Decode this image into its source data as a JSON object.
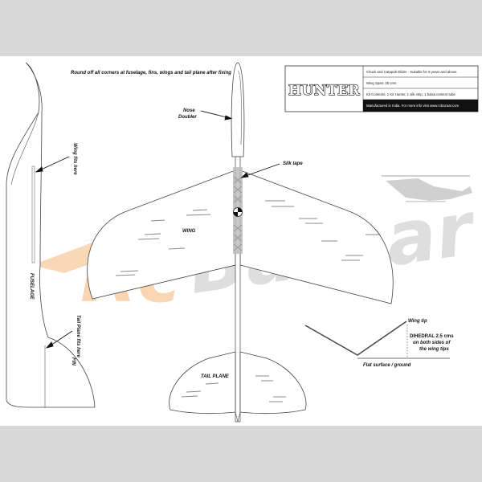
{
  "instructions": {
    "round_off": "Round off all corners at fuselage, fins, wings and tail plane after fixing"
  },
  "info_box": {
    "logo_text": "HUNTER",
    "line1": "Chuck and Catapult Glider - Suitable for 8 years and above",
    "line2": "Wing Span: 25 cms",
    "line3": "Kit Contents: 1 Kit Hunter, 1 silk strip, 1 balsa cement tube",
    "line4": "Manufactured in India. For more info visit www.rcbazaar.com"
  },
  "labels": {
    "nose_doubler_1": "Nose",
    "nose_doubler_2": "Doubler",
    "silk_tape": "Silk tape",
    "wing": "WING",
    "tail_plane": "TAIL PLANE",
    "wing_fits_here": "Wing fits here",
    "fuselage": "FUSELAGE",
    "tail_plane_fits_here": "Tail Plane fits here",
    "fin": "FIN",
    "wing_tip": "Wing tip",
    "dihedral_1": "DIHEDRAL 2.5 cms",
    "dihedral_2": "on both sides of",
    "dihedral_3": "the wing tips",
    "flat_surface": "Flat surface / ground"
  },
  "watermark": {
    "text_rc": "Rc",
    "text_bazaar": "Bazaar"
  },
  "colors": {
    "background": "#d7d7d7",
    "sheet": "#ffffff",
    "line": "#444444",
    "watermark_orange": "#f7c89a",
    "watermark_gray": "#c9c9c9",
    "silk_tape": "#bdbdbd"
  }
}
